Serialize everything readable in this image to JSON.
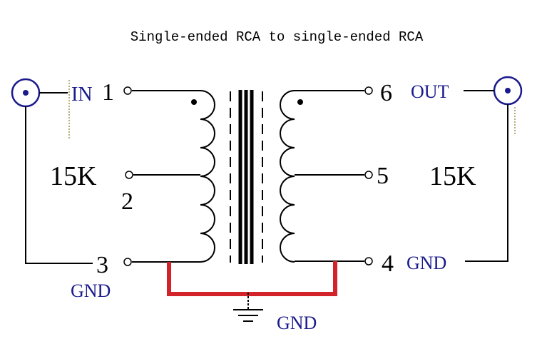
{
  "title": "Single-ended RCA to single-ended RCA",
  "input": {
    "label": "IN",
    "impedance": "15K",
    "gnd_label": "GND"
  },
  "output": {
    "label": "OUT",
    "impedance": "15K",
    "gnd_label": "GND"
  },
  "pins": {
    "p1": "1",
    "p2": "2",
    "p3": "3",
    "p4": "4",
    "p5": "5",
    "p6": "6"
  },
  "ground_label": "GND",
  "colors": {
    "wire": "#000000",
    "label": "#1a1a8c",
    "ground_strap": "#d2232a",
    "connector": "#1a1a8c"
  }
}
